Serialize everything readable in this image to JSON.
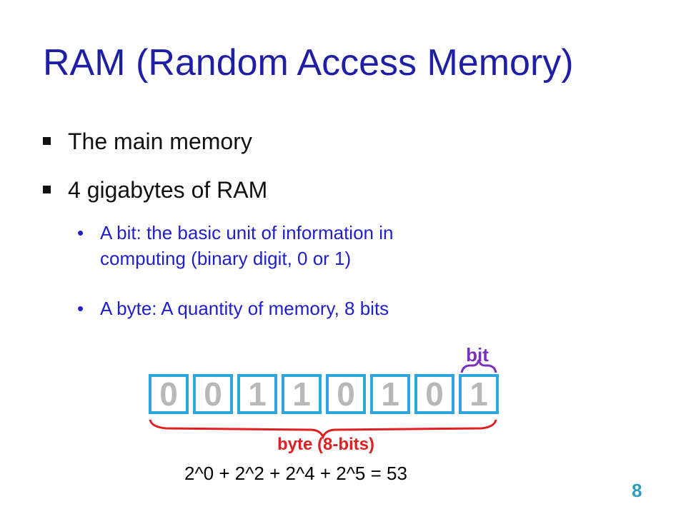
{
  "slide": {
    "title": "RAM (Random Access Memory)",
    "bullets": [
      {
        "text": "The main memory"
      },
      {
        "text": "4 gigabytes of RAM"
      }
    ],
    "sub_bullets": [
      {
        "marker": "•",
        "lines": [
          "A bit: the basic unit of information in",
          "computing (binary digit, 0 or 1)"
        ]
      },
      {
        "marker": "•",
        "lines": [
          "A byte: A quantity of memory, 8 bits"
        ]
      }
    ],
    "diagram": {
      "bits": [
        "0",
        "0",
        "1",
        "1",
        "0",
        "1",
        "0",
        "1"
      ],
      "bit_label": "bit",
      "byte_label": "byte (8-bits)",
      "colors": {
        "box": "#2ea6dd",
        "digit": "#b8b8b8",
        "bit_brace": "#7b2fbe",
        "byte_brace": "#e02020"
      }
    },
    "formula": "2^0 + 2^2 + 2^4 + 2^5 = 53",
    "page_number": "8"
  }
}
